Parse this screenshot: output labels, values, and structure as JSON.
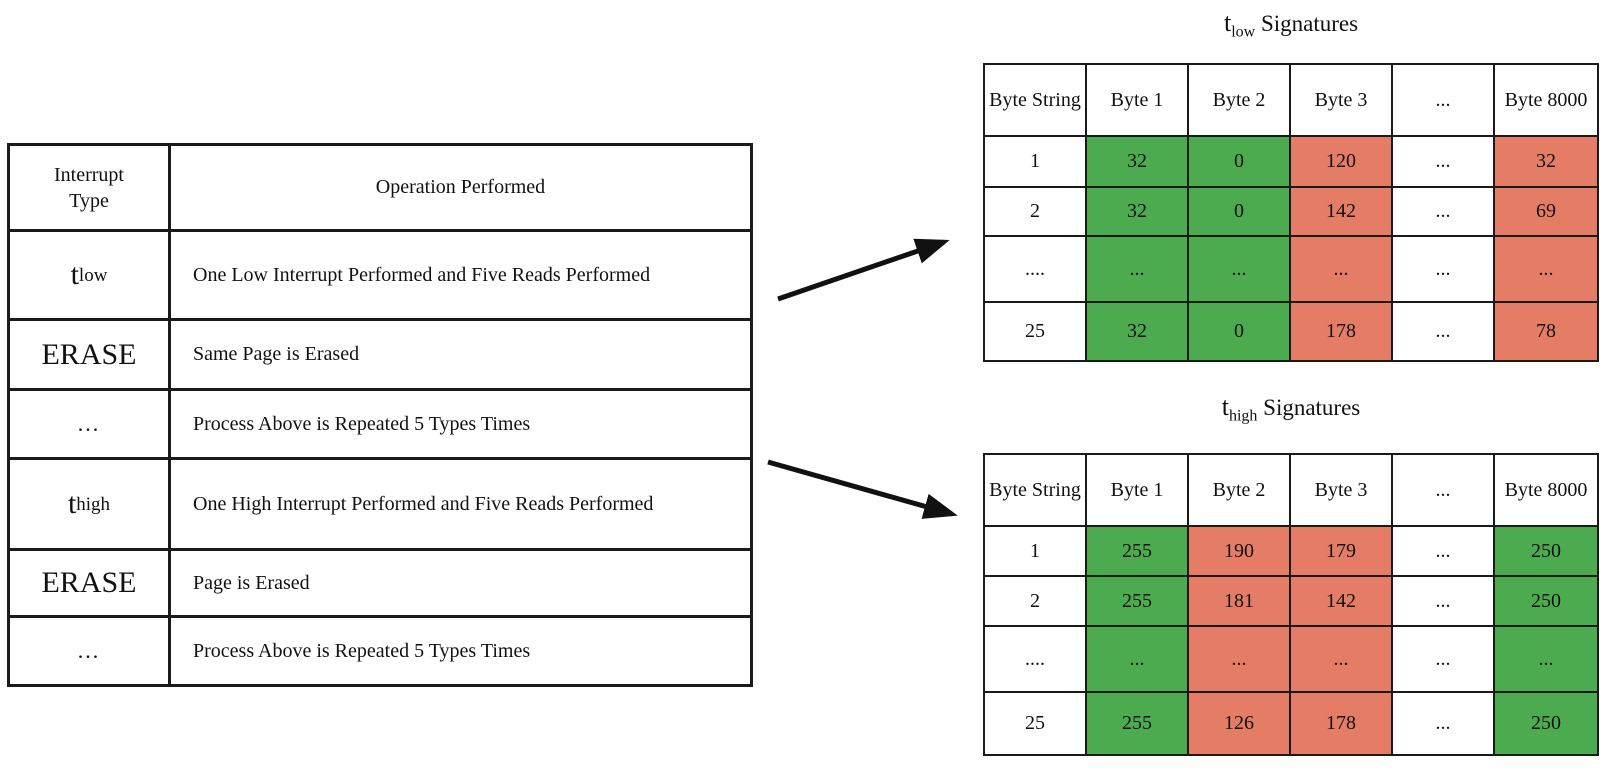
{
  "colors": {
    "green": "#4dab4f",
    "red": "#e57d66",
    "border": "#1a1a1a",
    "arrow": "#111111"
  },
  "graphics": {
    "arrow_to_tlow": "arrow-up-right-icon",
    "arrow_to_thigh": "arrow-down-right-icon"
  },
  "left_table": {
    "headers": [
      "Interrupt Type",
      "Operation Performed"
    ],
    "rows": [
      {
        "type": {
          "base": "t",
          "sub": "low"
        },
        "operation": "One Low Interrupt Performed and Five Reads Performed"
      },
      {
        "type": {
          "base": "ERASE"
        },
        "operation": "Same Page is Erased"
      },
      {
        "type": {
          "base": "..."
        },
        "operation": "Process Above is Repeated 5 Types Times"
      },
      {
        "type": {
          "base": "t",
          "sub": "high"
        },
        "operation": "One High Interrupt Performed and Five Reads Performed"
      },
      {
        "type": {
          "base": "ERASE"
        },
        "operation": "Page is Erased"
      },
      {
        "type": {
          "base": "..."
        },
        "operation": "Process Above is Repeated 5 Types Times"
      }
    ]
  },
  "tlow_table": {
    "title": {
      "base": "t",
      "sub": "low",
      "rest": " Signatures"
    },
    "headers": [
      "Byte String",
      "Byte 1",
      "Byte 2",
      "Byte 3",
      "...",
      "Byte 8000"
    ],
    "rows": [
      {
        "cells": [
          {
            "text": "1",
            "color": "none"
          },
          {
            "text": "32",
            "color": "green"
          },
          {
            "text": "0",
            "color": "green"
          },
          {
            "text": "120",
            "color": "red"
          },
          {
            "text": "...",
            "color": "none"
          },
          {
            "text": "32",
            "color": "red"
          }
        ]
      },
      {
        "cells": [
          {
            "text": "2",
            "color": "none"
          },
          {
            "text": "32",
            "color": "green"
          },
          {
            "text": "0",
            "color": "green"
          },
          {
            "text": "142",
            "color": "red"
          },
          {
            "text": "...",
            "color": "none"
          },
          {
            "text": "69",
            "color": "red"
          }
        ]
      },
      {
        "cells": [
          {
            "text": "....",
            "color": "none"
          },
          {
            "text": "...",
            "color": "green"
          },
          {
            "text": "...",
            "color": "green"
          },
          {
            "text": "...",
            "color": "red"
          },
          {
            "text": "...",
            "color": "none"
          },
          {
            "text": "...",
            "color": "red"
          }
        ]
      },
      {
        "cells": [
          {
            "text": "25",
            "color": "none"
          },
          {
            "text": "32",
            "color": "green"
          },
          {
            "text": "0",
            "color": "green"
          },
          {
            "text": "178",
            "color": "red"
          },
          {
            "text": "...",
            "color": "none"
          },
          {
            "text": "78",
            "color": "red"
          }
        ]
      }
    ]
  },
  "thigh_table": {
    "title": {
      "base": "t",
      "sub": "high",
      "rest": " Signatures"
    },
    "headers": [
      "Byte String",
      "Byte 1",
      "Byte 2",
      "Byte 3",
      "...",
      "Byte 8000"
    ],
    "rows": [
      {
        "cells": [
          {
            "text": "1",
            "color": "none"
          },
          {
            "text": "255",
            "color": "green"
          },
          {
            "text": "190",
            "color": "red"
          },
          {
            "text": "179",
            "color": "red"
          },
          {
            "text": "...",
            "color": "none"
          },
          {
            "text": "250",
            "color": "green"
          }
        ]
      },
      {
        "cells": [
          {
            "text": "2",
            "color": "none"
          },
          {
            "text": "255",
            "color": "green"
          },
          {
            "text": "181",
            "color": "red"
          },
          {
            "text": "142",
            "color": "red"
          },
          {
            "text": "...",
            "color": "none"
          },
          {
            "text": "250",
            "color": "green"
          }
        ]
      },
      {
        "cells": [
          {
            "text": "....",
            "color": "none"
          },
          {
            "text": "...",
            "color": "green"
          },
          {
            "text": "...",
            "color": "red"
          },
          {
            "text": "...",
            "color": "red"
          },
          {
            "text": "...",
            "color": "none"
          },
          {
            "text": "...",
            "color": "green"
          }
        ]
      },
      {
        "cells": [
          {
            "text": "25",
            "color": "none"
          },
          {
            "text": "255",
            "color": "green"
          },
          {
            "text": "126",
            "color": "red"
          },
          {
            "text": "178",
            "color": "red"
          },
          {
            "text": "...",
            "color": "none"
          },
          {
            "text": "250",
            "color": "green"
          }
        ]
      }
    ]
  }
}
